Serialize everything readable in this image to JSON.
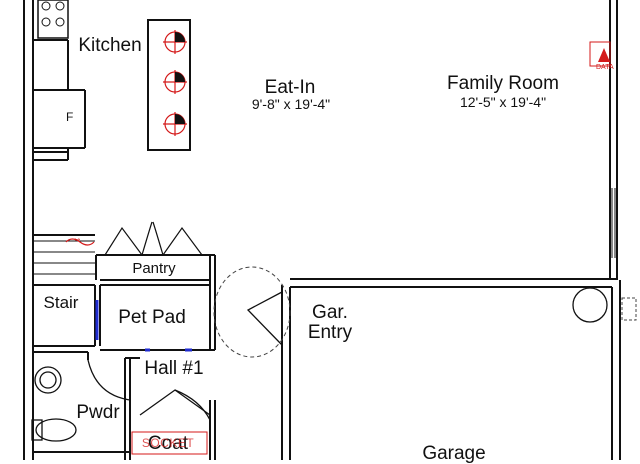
{
  "rooms": {
    "kitchen": {
      "name": "Kitchen"
    },
    "eat_in": {
      "name": "Eat-In",
      "dims": "9'-8\" x 19'-4\""
    },
    "family_room": {
      "name": "Family Room",
      "dims": "12'-5\" x 19'-4\""
    },
    "pantry": {
      "name": "Pantry"
    },
    "stair": {
      "name": "Stair"
    },
    "pet_pad": {
      "name": "Pet Pad"
    },
    "garage_entry": {
      "line1": "Gar.",
      "line2": "Entry"
    },
    "hall": {
      "name": "Hall #1"
    },
    "powder": {
      "name": "Pwdr"
    },
    "coat": {
      "name": "Coat"
    },
    "garage": {
      "name": "Garage"
    }
  },
  "annotations": {
    "fridge": "F",
    "data_outlet": "DATA",
    "stair_symbol": "↔",
    "red_note": "SOCKET"
  },
  "colors": {
    "wall": "#111111",
    "electrical": "#d41a1a",
    "accent_blue": "#1f2bd0"
  }
}
